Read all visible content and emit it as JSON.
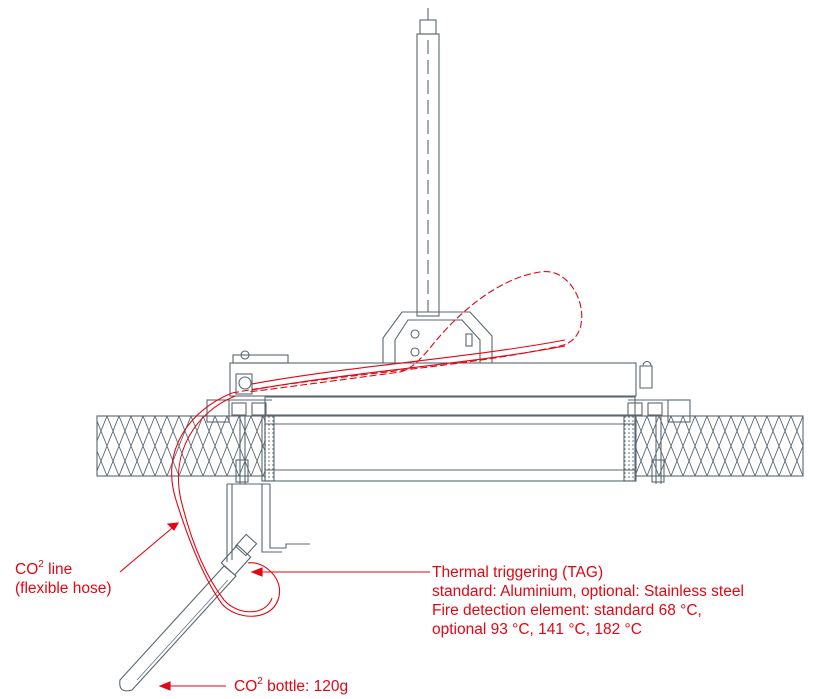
{
  "labels": {
    "co2_line": {
      "line1_prefix": "CO",
      "line1_sup": "2",
      "line1_suffix": " line",
      "line2": "(flexible hose)"
    },
    "thermal": {
      "line1": "Thermal triggering (TAG)",
      "line2": "standard: Aluminium, optional: Stainless steel",
      "line3": "Fire detection element: standard 68 °C,",
      "line4": "optional 93 °C, 141 °C, 182 °C"
    },
    "bottle": {
      "prefix": "CO",
      "sup": "2",
      "suffix": " bottle: 120g"
    }
  },
  "colors": {
    "line_art": "#5a6770",
    "accent_red": "#e30613"
  }
}
